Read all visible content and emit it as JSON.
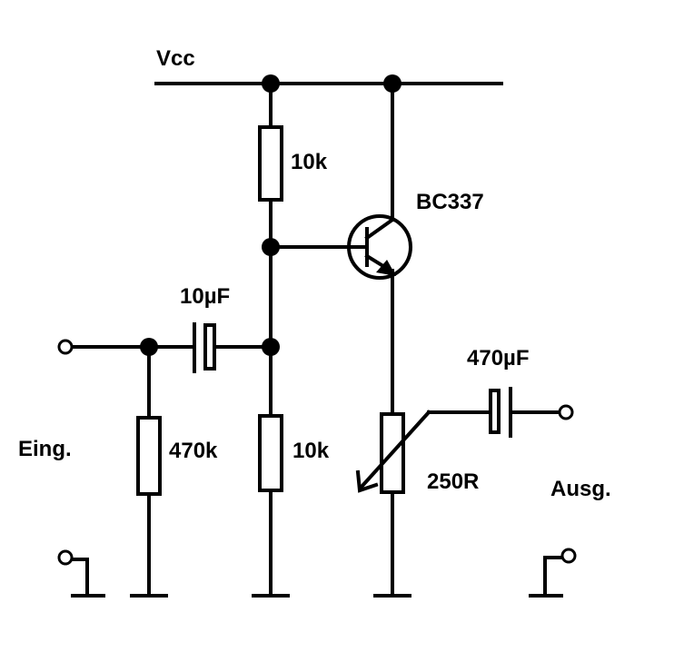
{
  "labels": {
    "vcc": "Vcc",
    "r_top": "10k",
    "transistor": "BC337",
    "c_in": "10µF",
    "c_out": "470µF",
    "input": "Eing.",
    "r_input": "470k",
    "r_bottom": "10k",
    "potentiometer": "250R",
    "output": "Ausg."
  }
}
